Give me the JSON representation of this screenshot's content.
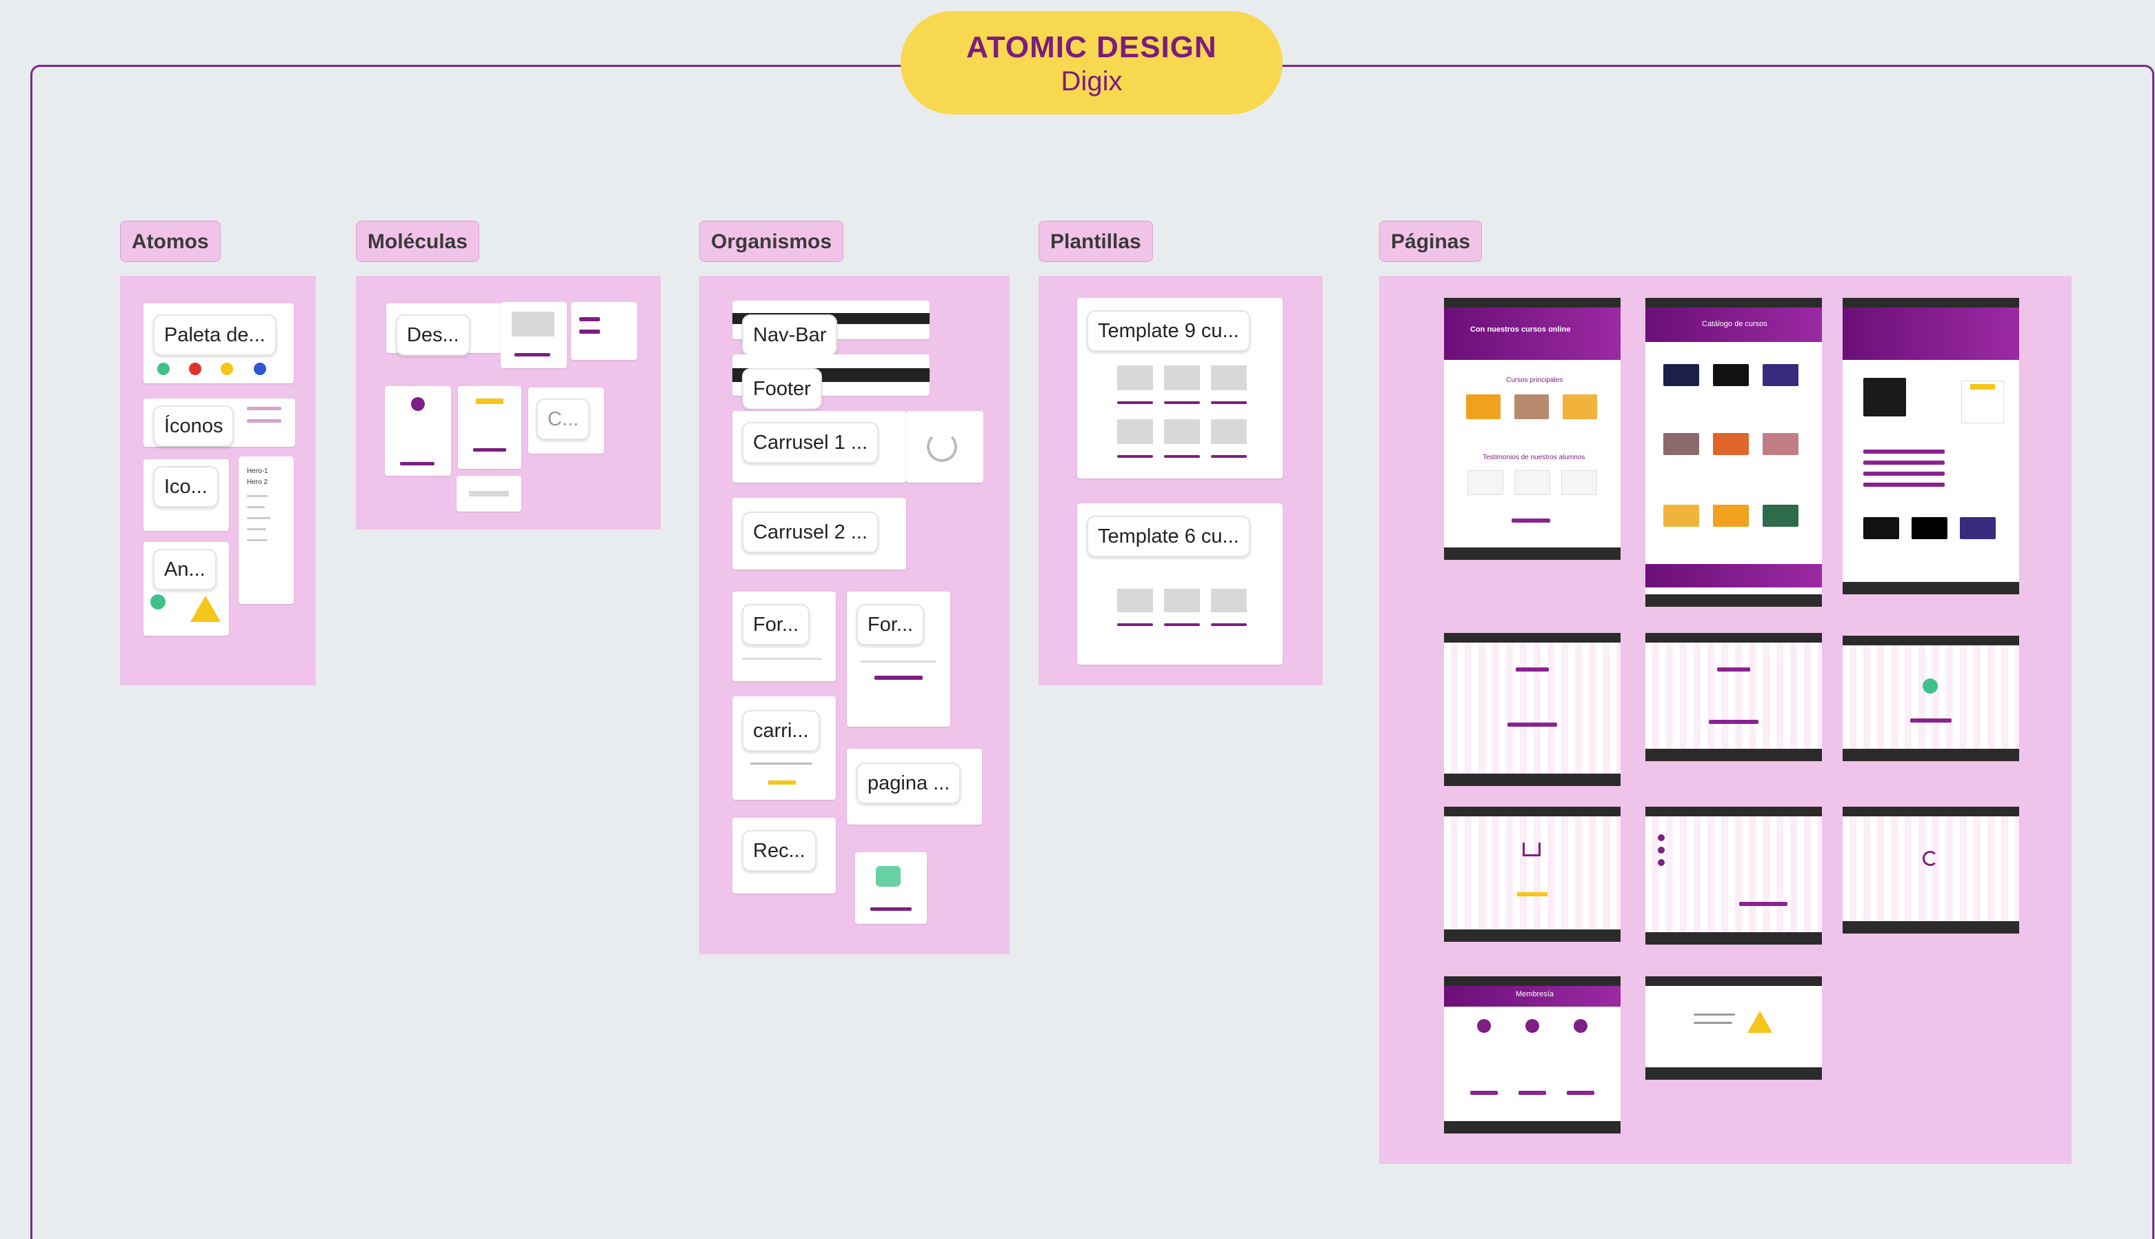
{
  "header": {
    "title": "ATOMIC DESIGN",
    "subtitle": "Digix"
  },
  "columns": {
    "atomos": {
      "label": "Atomos",
      "chips": [
        "Paleta de...",
        "Íconos",
        "Ico...",
        "An..."
      ],
      "hero_list": [
        "Hero-1",
        "Hero 2"
      ]
    },
    "moleculas": {
      "label": "Moléculas",
      "chips": [
        "Des...",
        "C..."
      ]
    },
    "organismos": {
      "label": "Organismos",
      "chips": [
        "Nav-Bar",
        "Footer",
        "Carrusel 1 ...",
        "Carrusel 2 ...",
        "For...",
        "For...",
        "carri...",
        "pagina ...",
        "Rec..."
      ]
    },
    "plantillas": {
      "label": "Plantillas",
      "chips": [
        "Template 9 cu...",
        "Template 6 cu..."
      ]
    },
    "paginas": {
      "label": "Páginas",
      "hero_texts": [
        "Con nuestros cursos online",
        "Catálogo de cursos"
      ],
      "section_texts": [
        "Cursos principales",
        "Testimonios de nuestros alumnos",
        "Membresía"
      ]
    }
  },
  "colors": {
    "background": "#e9ecef",
    "frame_border": "#7a2a86",
    "pill": "#f8d84e",
    "panel": "#f0c3eb",
    "accent": "#7d1f83",
    "palette": [
      "#3ec28a",
      "#e0312b",
      "#f5c518",
      "#2f57d6"
    ]
  },
  "icons": [
    "warning-icon",
    "check-circle-icon",
    "cart-icon",
    "spinner-icon",
    "cube-icon"
  ]
}
